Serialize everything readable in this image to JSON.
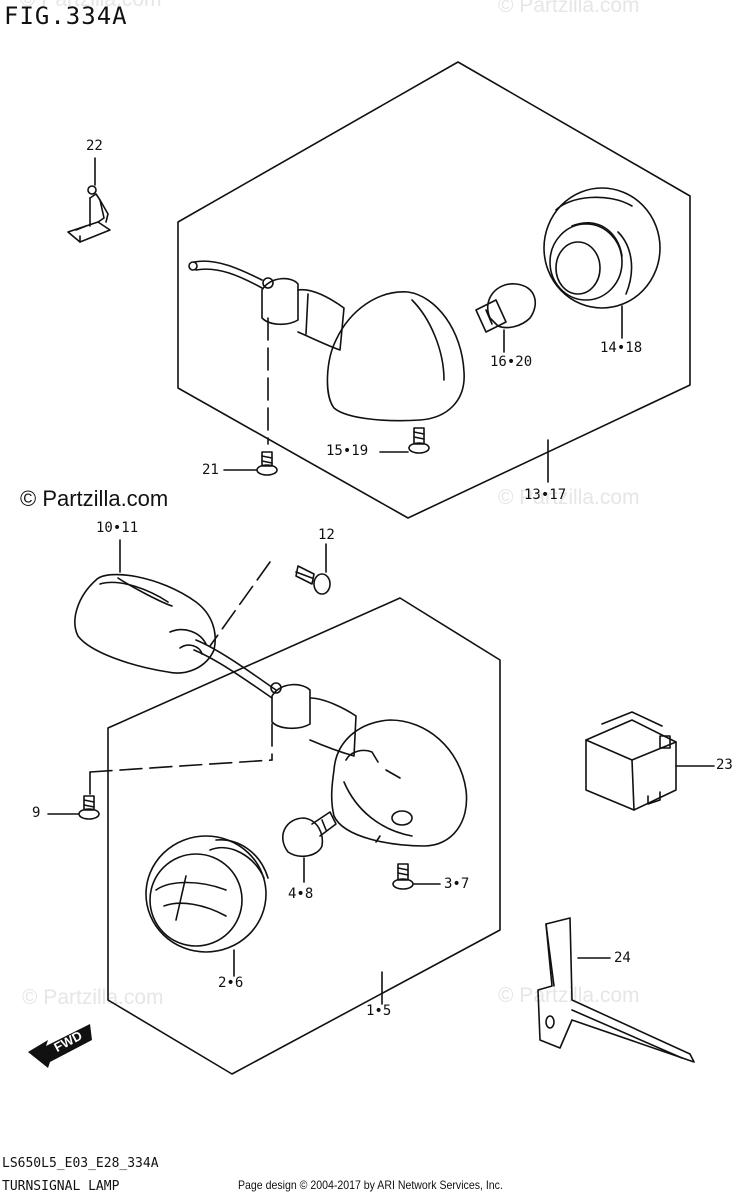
{
  "figure": {
    "title": "FIG.334A",
    "code": "LS650L5_E03_E28_334A",
    "name": "TURNSIGNAL LAMP",
    "credit": "Page design © 2004-2017 by ARI Network Services, Inc."
  },
  "watermark": {
    "text": "© Partzilla.com",
    "prominent_text": "© Partzilla.com"
  },
  "callouts": {
    "c22": "22",
    "c16_20": "16•20",
    "c14_18": "14•18",
    "c15_19": "15•19",
    "c21": "21",
    "c13_17": "13•17",
    "c10_11": "10•11",
    "c12": "12",
    "c23": "23",
    "c9": "9",
    "c4_8": "4•8",
    "c3_7": "3•7",
    "c24": "24",
    "c2_6": "2•6",
    "c1_5": "1•5"
  },
  "fwd_label": "FWD"
}
